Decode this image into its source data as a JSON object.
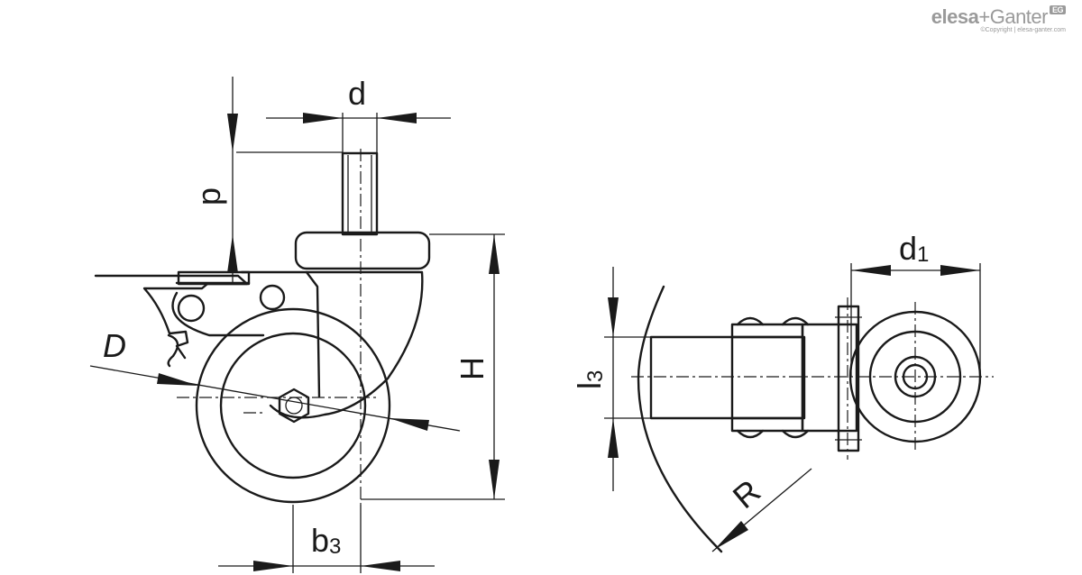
{
  "logo": {
    "brand_left": "elesa",
    "brand_sep": "+",
    "brand_right": "Ganter",
    "badge": "EG",
    "copyright": "©Copyright | elesa-ganter.com",
    "color": "#9a9a9a"
  },
  "dimensions": {
    "d": "d",
    "p": "p",
    "H": "H",
    "D": "D",
    "b3_main": "b",
    "b3_sub": "3",
    "d1_main": "d",
    "d1_sub": "1",
    "l3_main": "l",
    "l3_sub": "3",
    "R": "R"
  },
  "colors": {
    "line": "#1a1a1a",
    "background": "#ffffff"
  }
}
